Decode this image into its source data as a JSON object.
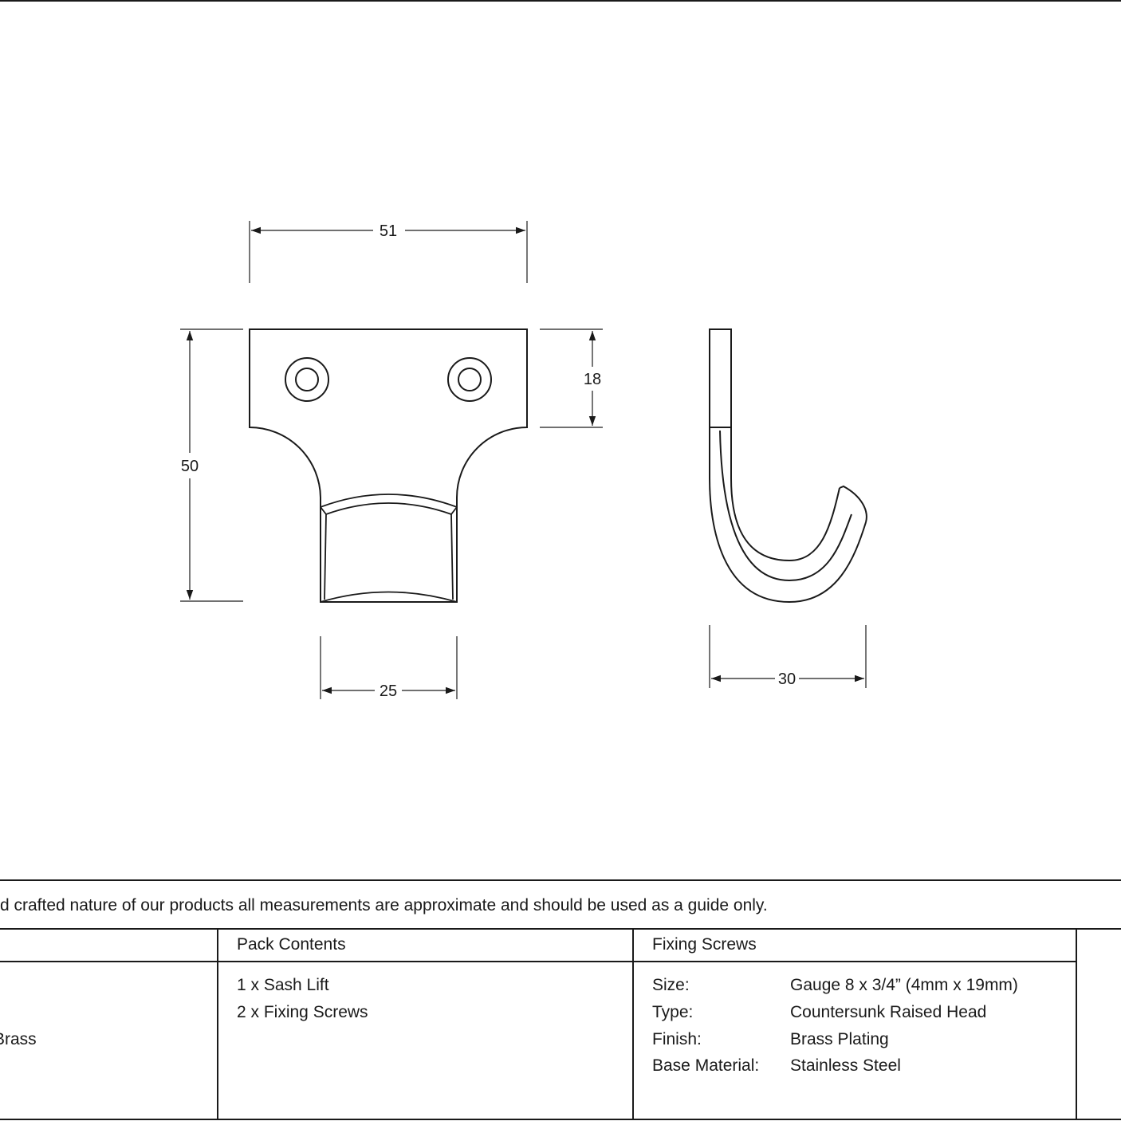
{
  "dimensions": {
    "width_top": "51",
    "height_total": "50",
    "height_plate": "18",
    "width_bottom": "25",
    "depth": "30"
  },
  "disclaimer": "d crafted nature of our products all measurements are approximate and should be used as a guide only.",
  "table": {
    "left_fragment": "Brass",
    "pack_contents": {
      "header": "Pack Contents",
      "items": [
        "1 x Sash Lift",
        "2 x Fixing Screws"
      ]
    },
    "fixing_screws": {
      "header": "Fixing Screws",
      "rows": [
        {
          "label": "Size:",
          "value": "Gauge 8 x 3/4” (4mm x 19mm)"
        },
        {
          "label": "Type:",
          "value": "Countersunk Raised Head"
        },
        {
          "label": "Finish:",
          "value": "Brass Plating"
        },
        {
          "label": "Base Material:",
          "value": "Stainless Steel"
        }
      ]
    }
  }
}
